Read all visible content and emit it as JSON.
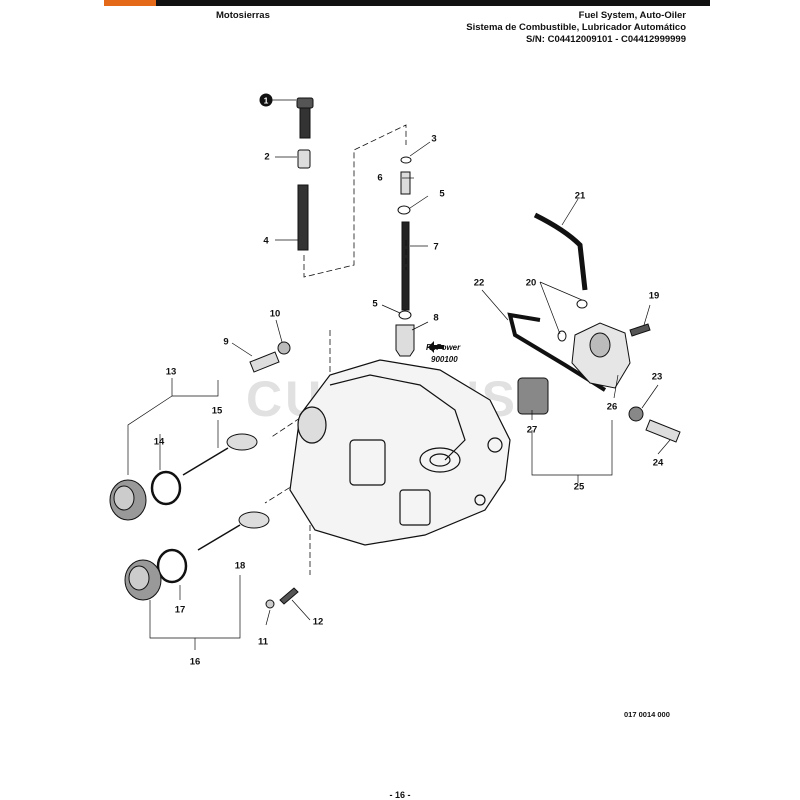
{
  "header": {
    "category": "Motosierras",
    "title": "Fuel System, Auto-Oiler",
    "subtitle": "Sistema de Combustible, Lubricador Automático",
    "serial": "S/N: C04412009101 - C04412999999"
  },
  "watermark": "CUTTER'S",
  "repower": {
    "brand": "RePower",
    "code": "900100"
  },
  "part_code": "017 0014 000",
  "page_number": "- 16 -",
  "callouts": [
    "1",
    "2",
    "3",
    "4",
    "5",
    "5",
    "6",
    "7",
    "8",
    "9",
    "10",
    "11",
    "12",
    "13",
    "14",
    "15",
    "16",
    "17",
    "18",
    "19",
    "20",
    "21",
    "22",
    "23",
    "24",
    "25",
    "26",
    "27"
  ],
  "colors": {
    "ink": "#111111",
    "logo": "#e46a1a",
    "watermark": "#9a9a9a"
  }
}
